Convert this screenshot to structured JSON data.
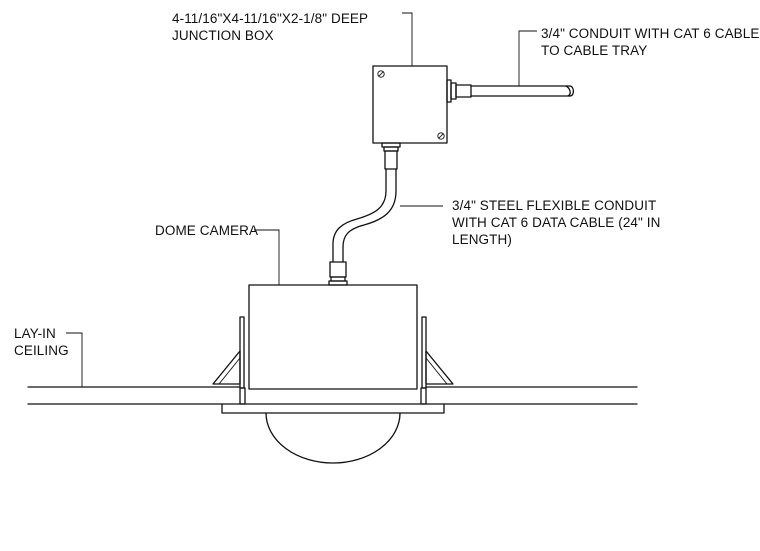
{
  "labels": {
    "junction_box": [
      "4-11/16\"X4-11/16\"X2-1/8\" DEEP",
      "JUNCTION BOX"
    ],
    "conduit": [
      "3/4\" CONDUIT WITH CAT 6 CABLE",
      "TO CABLE TRAY"
    ],
    "flex_conduit": [
      "3/4\" STEEL FLEXIBLE CONDUIT",
      "WITH CAT 6 DATA CABLE (24\" IN",
      "LENGTH)"
    ],
    "dome_camera": [
      "DOME CAMERA"
    ],
    "ceiling": [
      "LAY-IN",
      "CEILING"
    ]
  }
}
